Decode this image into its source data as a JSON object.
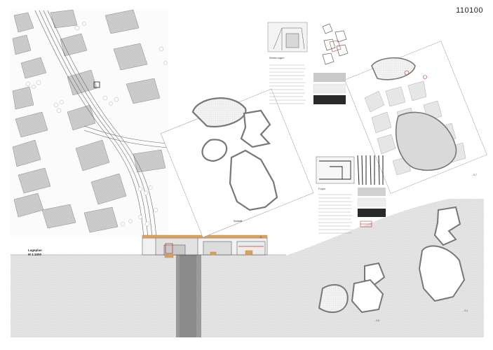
{
  "sheet": {
    "code": "110100",
    "site_title": "Lageplan",
    "site_scale": "M 1:1000",
    "section_label": "Schnitt",
    "caption_1": "Wohnungen",
    "caption_2": "Foyer",
    "plan_labels": [
      "- 8",
      "- 5,7",
      "- 3,8",
      "- 3,4"
    ]
  },
  "palette": {
    "paper": "#ffffff",
    "ground": "#e6e6e6",
    "line": "#555555",
    "accent": "#b3402a",
    "wood": "#d9a25f"
  }
}
